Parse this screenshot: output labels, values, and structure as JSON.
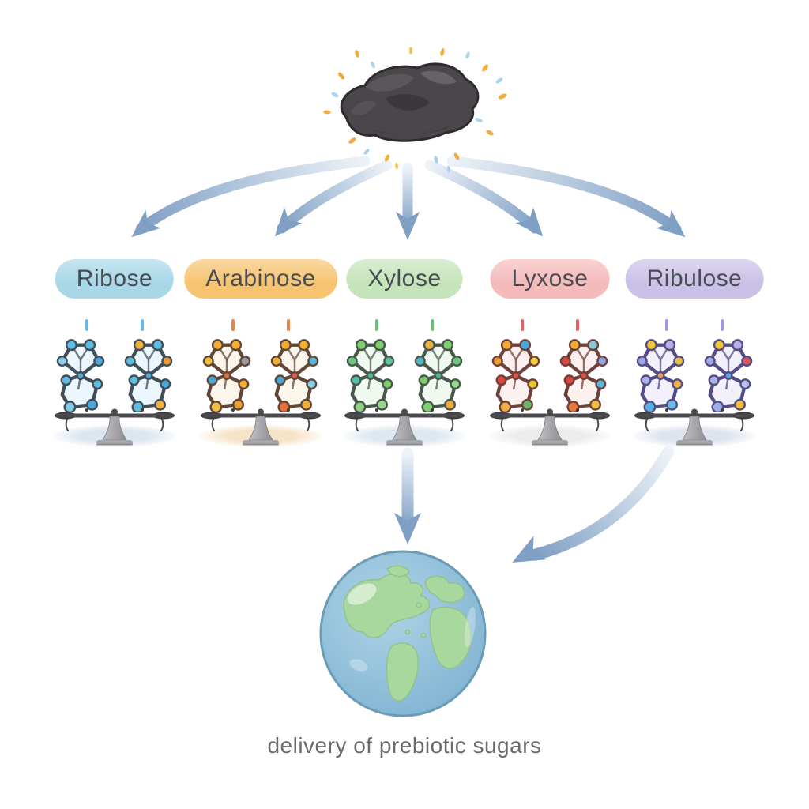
{
  "caption": "delivery of prebiotic sugars",
  "caption_color": "#6a6a6a",
  "arrow_color": {
    "start": "#edf2f8",
    "end": "#7f9fc4"
  },
  "meteorite": {
    "name": "carbonaceous meteorite",
    "body": "#4a4649",
    "facet_light": "#5d585c",
    "facet_dark": "#38353a",
    "highlight": "#6e6871",
    "outline": "#2e2b30",
    "sparkle_orange": "#f2ab42",
    "sparkle_blue": "#a9d3ee",
    "sparkle_yellow": "#f5c75a"
  },
  "scale": {
    "beam": "#4a4a4e",
    "pan": "#3e3e42",
    "pedestal_light": "#c2c2c6",
    "pedestal_dark": "#8e8e92",
    "base": "#a7a7ab"
  },
  "earth": {
    "ocean": "#7fb2d2",
    "ocean_light": "#aed4e6",
    "land": "#a9d89e",
    "land_edge": "#90c488",
    "rim": "#6b9cb6"
  },
  "columns": [
    {
      "label": "Ribose",
      "pill_bg": "#a9d7e8",
      "pill_text": "#474d53",
      "tick": "#56b2dc",
      "outline": "#3f4e57",
      "ring_fill": "#e3f3fb",
      "shadow": "#dce6ef",
      "left_nodes": [
        "#5fbde4",
        "#5fbde4",
        "#8fd3ec",
        "#49a9d9",
        "#49a9d9",
        "#5fbde4",
        "#5fbde4",
        "#7ecbe8",
        "#49a9d9"
      ],
      "right_nodes": [
        "#f2b043",
        "#5fbde4",
        "#5fbde4",
        "#ef9a3a",
        "#49a9d9",
        "#5fbde4",
        "#49a9d9",
        "#5fbde4",
        "#f2b043"
      ]
    },
    {
      "label": "Arabinose",
      "pill_bg": "#f6c471",
      "pill_text": "#474d53",
      "tick": "#e8763c",
      "outline": "#604737",
      "ring_fill": "#fbf1e2",
      "shadow": "#f6e4c9",
      "left_nodes": [
        "#f2ae35",
        "#f2ae35",
        "#f0c040",
        "#9a9aa0",
        "#e0703c",
        "#4aa8d8",
        "#f2ae35",
        "#f5bc4a",
        "#ef9f30"
      ],
      "right_nodes": [
        "#f2ae35",
        "#f2ae35",
        "#f2ae35",
        "#58b8d8",
        "#e05a4a",
        "#4aa8d8",
        "#8fd2ec",
        "#e8703a",
        "#f2ae35"
      ]
    },
    {
      "label": "Xylose",
      "pill_bg": "#c5e4ba",
      "pill_text": "#474d53",
      "tick": "#58b868",
      "outline": "#49584c",
      "ring_fill": "#eaf6ea",
      "shadow": "#dde8f0",
      "left_nodes": [
        "#7ed06e",
        "#7ed06e",
        "#6cc87e",
        "#5fc4a0",
        "#48b890",
        "#58c0a8",
        "#7ed06e",
        "#8fd080",
        "#98d88a"
      ],
      "right_nodes": [
        "#f2b043",
        "#7ed06e",
        "#52b8c8",
        "#6cc87e",
        "#48b890",
        "#7ed06e",
        "#9ad88c",
        "#7ed06e",
        "#f2a93b"
      ]
    },
    {
      "label": "Lyxose",
      "pill_bg": "#f5baba",
      "pill_text": "#474d53",
      "tick": "#e05252",
      "outline": "#6f413a",
      "ring_fill": "#fbebe7",
      "shadow": "#ececec",
      "left_nodes": [
        "#f2ae35",
        "#48a8d8",
        "#ef9f30",
        "#f0d040",
        "#e05040",
        "#d84840",
        "#e8c838",
        "#f2b043",
        "#68b868"
      ],
      "right_nodes": [
        "#f2ae35",
        "#88c8d8",
        "#d84840",
        "#90a8e0",
        "#e05040",
        "#d84840",
        "#58b8d8",
        "#e87838",
        "#f0c040"
      ]
    },
    {
      "label": "Ribulose",
      "pill_bg": "#cbc0e6",
      "pill_text": "#474d53",
      "tick": "#9a8ad8",
      "outline": "#564c84",
      "ring_fill": "#ecebfa",
      "shadow": "#dee3ee",
      "left_nodes": [
        "#f0c83a",
        "#b8aee8",
        "#9aa8e8",
        "#e8c040",
        "#e8a050",
        "#a8b4ea",
        "#e8b448",
        "#58b0e8",
        "#6abce8"
      ],
      "right_nodes": [
        "#f0c83a",
        "#b8aee8",
        "#a0aae8",
        "#e05858",
        "#58a8e0",
        "#a8b4ea",
        "#b8c0ee",
        "#9ab0ea",
        "#f2c03a"
      ]
    }
  ]
}
